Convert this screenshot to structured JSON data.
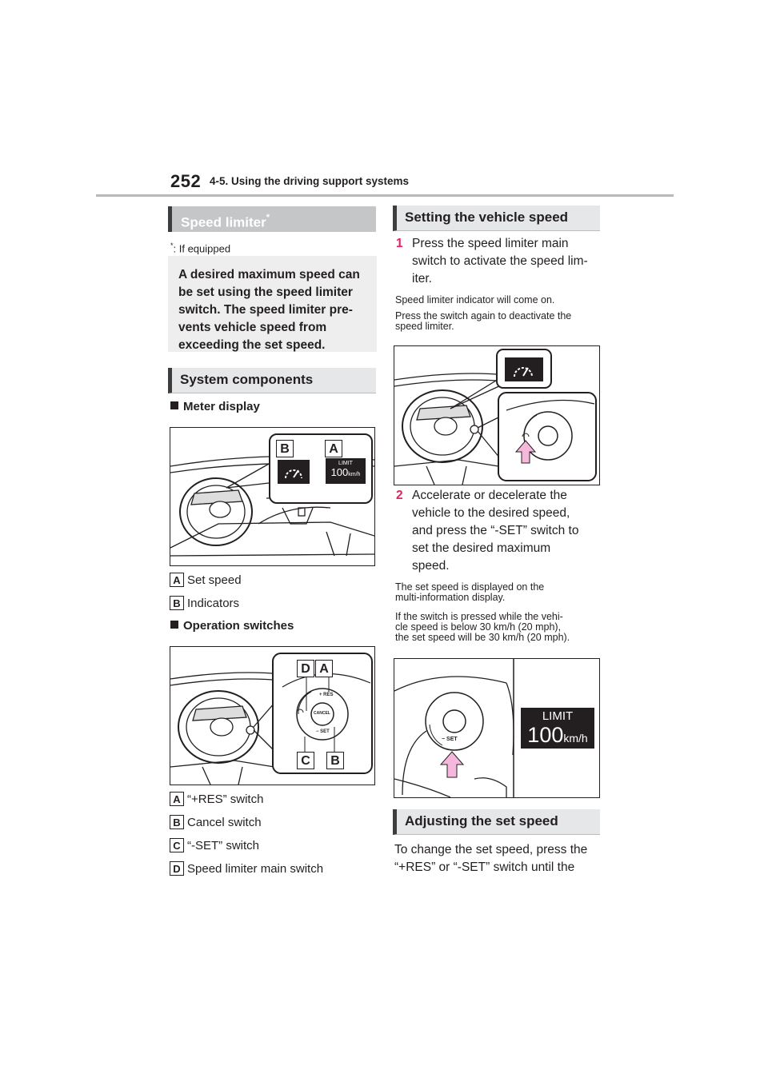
{
  "header": {
    "page_number": "252",
    "chapter": "4-5. Using the driving support systems"
  },
  "left": {
    "section_title": "Speed limiter",
    "section_title_mark": "*",
    "footnote_mark": "*",
    "footnote": ": If equipped",
    "summary_lines": [
      "A desired maximum speed can",
      "be set using the speed limiter",
      "switch. The speed limiter pre-",
      "vents vehicle speed from",
      "exceeding the set speed."
    ],
    "components_title": "System components",
    "meter_heading": "Meter display",
    "meter_figure": {
      "callouts": [
        "B",
        "A"
      ],
      "limit_word": "LIMIT",
      "limit_value": "100",
      "limit_unit": "km/h"
    },
    "meter_items": [
      {
        "badge": "A",
        "label": "Set speed"
      },
      {
        "badge": "B",
        "label": "Indicators"
      }
    ],
    "switch_heading": "Operation switches",
    "switch_figure": {
      "callouts_top": [
        "D",
        "A"
      ],
      "callouts_bottom": [
        "C",
        "B"
      ],
      "res": "RES",
      "cancel": "CANCEL",
      "set": "SET"
    },
    "switch_items": [
      {
        "badge": "A",
        "label": "“+RES” switch"
      },
      {
        "badge": "B",
        "label": "Cancel switch"
      },
      {
        "badge": "C",
        "label": "“-SET” switch"
      },
      {
        "badge": "D",
        "label": "Speed limiter main switch"
      }
    ]
  },
  "right": {
    "setting_title": "Setting the vehicle speed",
    "step1": {
      "number": "1",
      "lines": [
        "Press the speed limiter main",
        "switch to activate the speed lim-",
        "iter."
      ]
    },
    "step1_notes": [
      [
        "Speed limiter indicator will come on."
      ],
      [
        "Press the switch again to deactivate the",
        "speed limiter."
      ]
    ],
    "step2": {
      "number": "2",
      "lines": [
        "Accelerate or decelerate the",
        "vehicle to the desired speed,",
        "and press the “-SET” switch to",
        "set the desired maximum",
        "speed."
      ]
    },
    "step2_notes": [
      [
        "The set speed is displayed on the",
        "multi-information display."
      ],
      [
        "If the switch is pressed while the vehi-",
        "cle speed is below 30 km/h (20 mph),",
        "the set speed will be 30 km/h (20 mph)."
      ]
    ],
    "set_figure": {
      "set": "SET",
      "limit_word": "LIMIT",
      "limit_value": "100",
      "limit_unit": "km/h"
    },
    "adjust_title": "Adjusting the set speed",
    "adjust_lines": [
      "To change the set speed, press the",
      "“+RES” or “-SET” switch until the"
    ]
  },
  "colors": {
    "step_number": "#e0245e",
    "arrow_fill": "#f5b8dc",
    "header_bar": "#c4c6c8"
  }
}
